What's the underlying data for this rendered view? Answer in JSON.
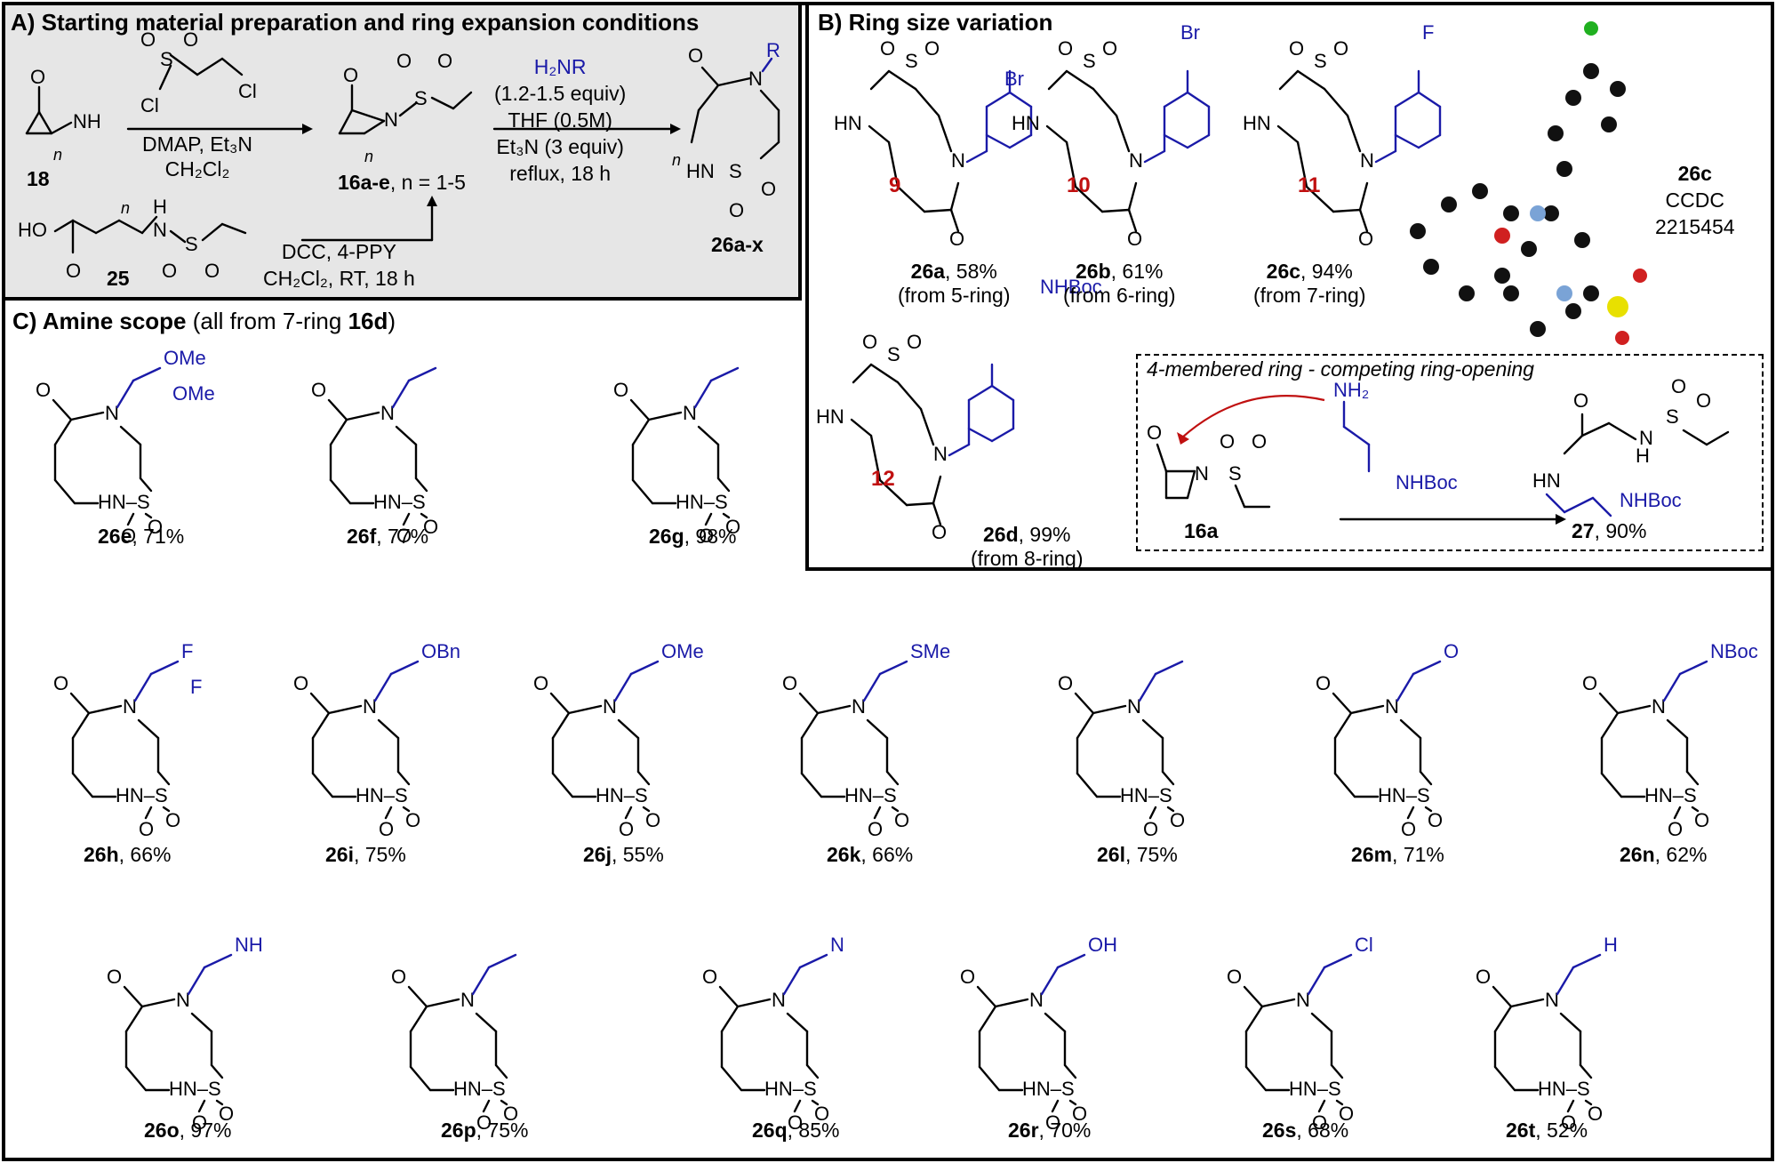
{
  "panels": {
    "a_title": "A) Starting material preparation and ring expansion conditions",
    "b_title": "B) Ring size variation",
    "c_title_prefix": "C) Amine scope",
    "c_title_note": " (all from 7-ring ",
    "c_title_cmpd": "16d",
    "c_title_close": ")"
  },
  "panelA": {
    "reagent1_lines": [
      "DMAP, Et₃N",
      "CH₂Cl₂"
    ],
    "reagent2_lines": [
      "DCC, 4-PPY",
      "CH₂Cl₂, RT, 18 h"
    ],
    "conditions_amine": "H₂NR",
    "conditions_lines": [
      "(1.2-1.5 equiv)",
      "THF (0.5M)",
      "Et₃N (3 equiv)",
      "reflux, 18 h"
    ],
    "cmpd_18": "18",
    "cmpd_25": "25",
    "cmpd_16": "16a-e",
    "cmpd_16_note": ", n = 1-5",
    "cmpd_26": "26a-x",
    "n_label": "n",
    "R_label": "R"
  },
  "panelB": {
    "compounds": [
      {
        "id": "26a",
        "yield": ", 58%",
        "note": "(from 5-ring)",
        "ring": "9"
      },
      {
        "id": "26b",
        "yield": ", 61%",
        "note": "(from 6-ring)",
        "ring": "10"
      },
      {
        "id": "26c",
        "yield": ", 94%",
        "note": "(from 7-ring)",
        "ring": "11"
      },
      {
        "id": "26d",
        "yield": ", 99%",
        "note": "(from 8-ring)",
        "ring": "12"
      }
    ],
    "crystal_label": "26c",
    "crystal_lines": [
      "CCDC",
      "2215454"
    ],
    "competing_title": "4-membered ring - competing ring-opening",
    "cmpd_16a": "16a",
    "cmpd_27": "27",
    "yield_27": ", 90%"
  },
  "panelC": {
    "compounds": [
      {
        "id": "26e",
        "yield": ", 71%"
      },
      {
        "id": "26f",
        "yield": ", 77%"
      },
      {
        "id": "26g",
        "yield": ", 98%"
      },
      {
        "id": "26h",
        "yield": ", 66%"
      },
      {
        "id": "26i",
        "yield": ", 75%"
      },
      {
        "id": "26j",
        "yield": ", 55%"
      },
      {
        "id": "26k",
        "yield": ", 66%"
      },
      {
        "id": "26l",
        "yield": ", 75%"
      },
      {
        "id": "26m",
        "yield": ", 71%"
      },
      {
        "id": "26n",
        "yield": ", 62%"
      },
      {
        "id": "26o",
        "yield": ", 97%"
      },
      {
        "id": "26p",
        "yield": ", 75%"
      },
      {
        "id": "26q",
        "yield": ", 85%"
      },
      {
        "id": "26r",
        "yield": ", 70%"
      },
      {
        "id": "26s",
        "yield": ", 68%"
      },
      {
        "id": "26t",
        "yield": ", 52%"
      }
    ],
    "substituents": {
      "26e": [
        "OMe",
        "OMe"
      ],
      "26h": [
        "F",
        "F"
      ],
      "26i": [
        "OBn"
      ],
      "26j": [
        "OMe"
      ],
      "26k": [
        "SMe"
      ],
      "26m": [
        "O"
      ],
      "26n": [
        "NBoc"
      ],
      "26o": [
        "NH"
      ],
      "26q": [
        "N"
      ],
      "26r": [
        "OH"
      ],
      "26s": [
        "Cl"
      ],
      "26t": [
        "H"
      ]
    }
  },
  "atoms": {
    "O": "O",
    "N": "N",
    "S": "S",
    "HN": "HN",
    "NH": "NH",
    "H": "H",
    "Cl": "Cl",
    "Br": "Br",
    "F": "F",
    "HO": "HO",
    "NHBoc": "NHBoc",
    "NH2": "NH₂",
    "HNS": "HN–S"
  },
  "colors": {
    "substituent": "#1a1aa8",
    "ring_number": "#c01010",
    "panel_a_bg": "#e6e6e6"
  }
}
